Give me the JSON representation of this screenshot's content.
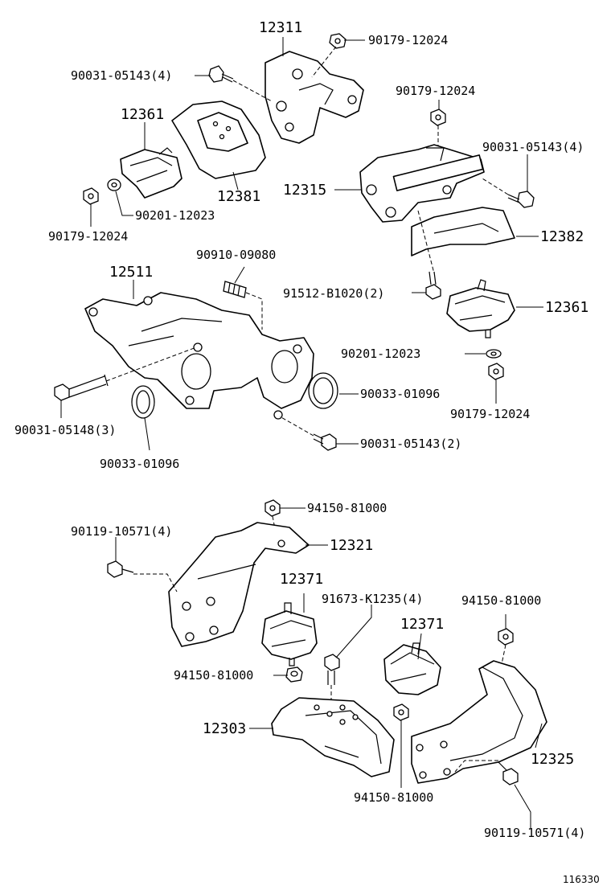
{
  "diagram_id": "116330",
  "top_group": {
    "bracket_front": "12311",
    "nut_top": "90179-12024",
    "bolt_front": "90031-05143(4)",
    "insulator_front": "12361",
    "cover_front": "12381",
    "washer_left": "90201-12023",
    "nut_left": "90179-12024",
    "nut_right_top": "90179-12024",
    "bolt_right": "90031-05143(4)",
    "bracket_rear": "12315",
    "cover_rear": "12382",
    "bolt_rear": "91512-B1020(2)",
    "insulator_rear": "12361",
    "washer_rear": "90201-12023",
    "nut_rear": "90179-12024"
  },
  "middle_group": {
    "exhaust_manifold": "12511",
    "stud": "90910-09080",
    "gasket_right": "90033-01096",
    "bolt_long": "90031-05148(3)",
    "gasket_left": "90033-01096",
    "bolt_lower": "90031-05143(2)"
  },
  "bottom_group": {
    "nut_top": "94150-81000",
    "bolt_left": "90119-10571(4)",
    "bracket_left": "12321",
    "insulator_left": "12371",
    "bolt_center": "91673-K1235(4)",
    "nut_left_ins": "94150-81000",
    "insulator_right": "12371",
    "nut_right_top": "94150-81000",
    "member": "12303",
    "nut_bottom": "94150-81000",
    "bracket_right": "12325",
    "bolt_right": "90119-10571(4)"
  }
}
